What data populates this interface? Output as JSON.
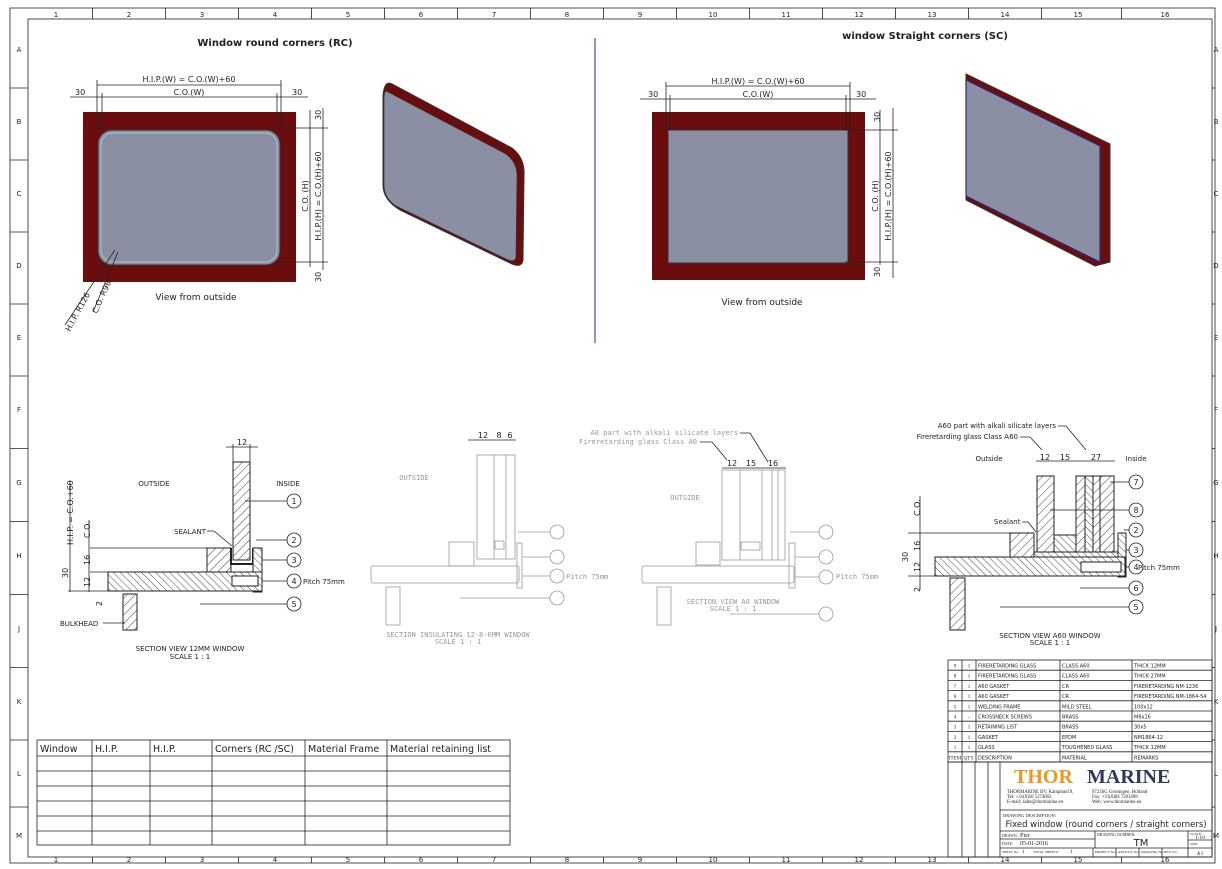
{
  "zones": {
    "columns": [
      "1",
      "2",
      "3",
      "4",
      "5",
      "6",
      "7",
      "8",
      "9",
      "10",
      "11",
      "12",
      "13",
      "14",
      "15",
      "16"
    ],
    "rows": [
      "A",
      "B",
      "C",
      "D",
      "E",
      "F",
      "G",
      "H",
      "J",
      "K",
      "L",
      "M"
    ]
  },
  "colors": {
    "frame": "#6b0d0d",
    "glass": "#8a8fa3",
    "divider": "#2a2a8a",
    "logo_orange": "#f0961e",
    "logo_navy": "#2b3a5c"
  },
  "rc_view": {
    "title": "Window round corners (RC)",
    "dim_hip_w": "H.I.P.(W) = C.O.(W)+60",
    "dim_co_w": "C.O.(W)",
    "dim_left": "30",
    "dim_right": "30",
    "dim_top": "30",
    "dim_bottom": "30",
    "dim_co_h": "C.O. (H)",
    "dim_hip_h": "H.I.P.(H) = C.O.(H)+60",
    "radius_hip": "H.I.P. R126",
    "radius_co": "C.O. R96",
    "caption": "View from outside"
  },
  "sc_view": {
    "title": "window Straight corners (SC)",
    "dim_hip_w": "H.I.P.(W) = C.O.(W)+60",
    "dim_co_w": "C.O.(W)",
    "dim_left": "30",
    "dim_right": "30",
    "dim_top": "30",
    "dim_bottom": "30",
    "dim_co_h": "C.O. (H)",
    "dim_hip_h": "H.I.P.(H) = C.O.(H)+60",
    "caption": "View from outside"
  },
  "section_12mm": {
    "outside": "OUTSIDE",
    "inside": "INSIDE",
    "sealant": "SEALANT",
    "bulkhead": "BULKHEAD",
    "dim_top": "12",
    "dim_hip": "H.I.P. = C.O.+60",
    "dim_co": "C.O.",
    "dim_30": "30",
    "dim_16": "16",
    "dim_12": "12",
    "dim_2": "2",
    "balloons": [
      "1",
      "2",
      "3",
      "4",
      "5"
    ],
    "pitch": "Pitch 75mm",
    "caption": "SECTION VIEW 12MM WINDOW",
    "scale": "SCALE 1 : 1"
  },
  "section_insulating": {
    "outside": "OUTSIDE",
    "dims": [
      "12",
      "8",
      "6"
    ],
    "balloons": [
      "",
      "",
      "",
      ""
    ],
    "pitch": "Pitch 75mm",
    "caption": "SECTION INSULATING 12-8-6MM WINDOW",
    "scale": "SCALE 1 : 1"
  },
  "section_a0": {
    "note1": "A0 part with alkali silicate layers",
    "note2": "Fireretarding glass Class A0",
    "outside": "OUTSIDE",
    "dims": [
      "12",
      "15",
      "16"
    ],
    "balloons": [
      "",
      "",
      "",
      ""
    ],
    "pitch": "Pitch 75mm",
    "caption": "SECTION VIEW A0 WINDOW",
    "scale": "SCALE 1 : 1"
  },
  "section_a60": {
    "note1": "A60 part with alkali silicate layers",
    "note2": "Fireretarding glass Class A60",
    "outside": "Outside",
    "inside": "Inside",
    "sealant": "Sealant",
    "dims": [
      "12",
      "15",
      "27"
    ],
    "dim_co": "C.O.",
    "dim_30": "30",
    "dim_16": "16",
    "dim_12": "12",
    "dim_2": "2",
    "balloons": [
      "7",
      "8",
      "2",
      "3",
      "4",
      "6",
      "5"
    ],
    "pitch": "Pitch 75mm",
    "caption": "SECTION VIEW A60 WINDOW",
    "scale": "SCALE 1 : 1"
  },
  "parts_list": {
    "header": [
      "ITEM",
      "QTY.",
      "DESCRIPTION",
      "MATERIAL",
      "REMARKS"
    ],
    "rows": [
      [
        "9",
        "1",
        "FIRERETARDING GLASS",
        "CLASS A60",
        "THICK 12MM"
      ],
      [
        "8",
        "1",
        "FIRERETARDING GLASS",
        "CLASS A60",
        "THICK 27MM"
      ],
      [
        "7",
        "1",
        "A60 GASKET",
        "CR",
        "FIRERETARDING  NM-1236"
      ],
      [
        "6",
        "1",
        "A60 GASKET",
        "CR",
        "FIRERETARDING  NM-1864-54"
      ],
      [
        "5",
        "1",
        "WELDING FRAME",
        "MILD STEEL",
        "100x12"
      ],
      [
        "4",
        "-",
        "CROSSNECK SCREWS",
        "BRASS",
        "M6x16"
      ],
      [
        "3",
        "1",
        "RETAINING LIST",
        "BRASS",
        "30x5"
      ],
      [
        "2",
        "1",
        "GASKET",
        "EPDM",
        "NM1864-12"
      ],
      [
        "1",
        "1",
        "GLASS",
        "TOUGHENED GLASS",
        "THICK 12MM"
      ]
    ]
  },
  "order_table": {
    "headers": [
      "Window",
      "H.I.P.",
      "H.I.P.",
      "Corners (RC /SC)",
      "Material Frame",
      "Material retaining list"
    ],
    "rows": [
      [
        "",
        "",
        "",
        "",
        "",
        ""
      ],
      [
        "",
        "",
        "",
        "",
        "",
        ""
      ],
      [
        "",
        "",
        "",
        "",
        "",
        ""
      ],
      [
        "",
        "",
        "",
        "",
        "",
        ""
      ],
      [
        "",
        "",
        "",
        "",
        "",
        ""
      ],
      [
        "",
        "",
        "",
        "",
        "",
        ""
      ]
    ]
  },
  "title_block": {
    "logo_part1": "THOR",
    "logo_part2": "MARINE",
    "address_left": [
      "THORMARINE BV, Kampland 9,",
      "Tel:   +31(0)50 5274003",
      "E-mail: sales@thormarine.eu"
    ],
    "address_right": [
      "9723SG Groningen, Holland",
      "Fax:  +31(0)84 7203498",
      "Web: www.thormarine.eu"
    ],
    "description_label": "DRAWING DESCRIPTION:",
    "description": "Fixed window (round corners / straight corners)",
    "drawn_label": "DRAWN:",
    "drawn": "Pier",
    "date_label": "DATE:",
    "date": "05-01-2016",
    "drawing_number_label": "DRAWING NUMBER:",
    "drawing_number": "TM",
    "scale_label": "SCALE:",
    "scale": "1:10",
    "size_label": "SIZE:",
    "size": "A1",
    "sheet_label": "SHEET No:",
    "sheet": "1",
    "total_label": "TOTAL SHEETS:",
    "total": "1",
    "bottom_labels": [
      "PROJECT No:",
      "ARTICLE No:",
      "DRAWING No:",
      "REV. No:"
    ]
  }
}
